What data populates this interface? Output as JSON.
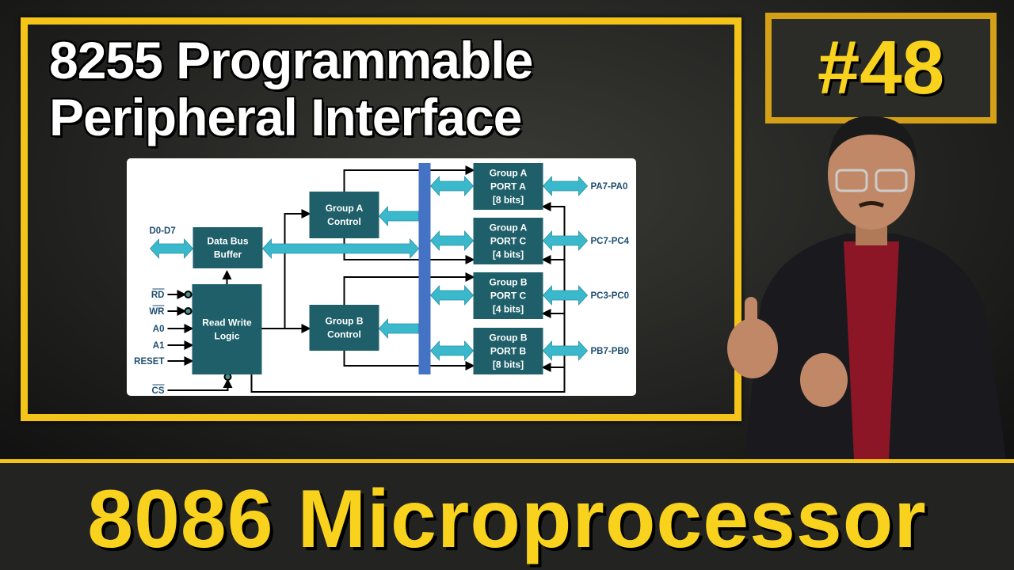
{
  "title": {
    "line1": "8255 Programmable",
    "line2": "Peripheral Interface"
  },
  "episode": "#48",
  "footer": "8086 Microprocessor",
  "colors": {
    "accent_yellow": "#f4c518",
    "block": "#1e5f6a",
    "arrow": "#3ab8cc",
    "bus": "#4472c4"
  },
  "diagram": {
    "data_bus_label": "D0-D7",
    "data_bus_buffer": [
      "Data Bus",
      "Buffer"
    ],
    "read_write_logic": [
      "Read Write",
      "Logic"
    ],
    "group_a_control": [
      "Group A",
      "Control"
    ],
    "group_b_control": [
      "Group B",
      "Control"
    ],
    "inputs": [
      "RD",
      "WR",
      "A0",
      "A1",
      "RESET",
      "CS"
    ],
    "ports": [
      {
        "lines": [
          "Group A",
          "PORT A",
          "[8 bits]"
        ],
        "pins": "PA7-PA0"
      },
      {
        "lines": [
          "Group A",
          "PORT C",
          "[4 bits]"
        ],
        "pins": "PC7-PC4"
      },
      {
        "lines": [
          "Group B",
          "PORT C",
          "[4 bits]"
        ],
        "pins": "PC3-PC0"
      },
      {
        "lines": [
          "Group B",
          "PORT B",
          "[8 bits]"
        ],
        "pins": "PB7-PB0"
      }
    ]
  }
}
